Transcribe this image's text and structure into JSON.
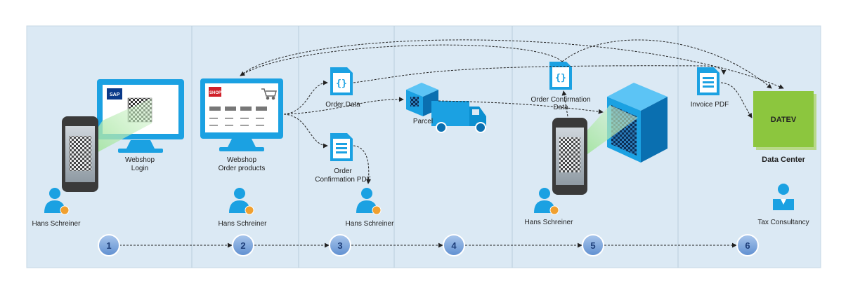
{
  "colors": {
    "background": "#dbe9f4",
    "divider": "#b8cddc",
    "blue": "#1ba1e2",
    "dark_blue": "#0a6fb0",
    "green_panel": "#8cc63e",
    "step_fill": "#7fa8dc",
    "badge_orange": "#f0a030"
  },
  "labels": {
    "webshop_login_1": "Webshop",
    "webshop_login_2": "Login",
    "webshop_order_1": "Webshop",
    "webshop_order_2": "Order products",
    "order_data": "Order Data",
    "order_conf_pdf_1": "Order",
    "order_conf_pdf_2": "Confirmation PDF",
    "parcel": "Parcel",
    "order_conf_data_1": "Order Confirmation",
    "order_conf_data_2": "Data",
    "invoice_pdf": "Invoice PDF",
    "datev": "DATEV",
    "data_center": "Data Center",
    "tax_consultancy": "Tax Consultancy",
    "sap": "SAP",
    "shop": "SHOP"
  },
  "persons": [
    "Hans Schreiner",
    "Hans Schreiner",
    "Hans Schreiner",
    "Hans Schreiner"
  ],
  "steps": [
    "1",
    "2",
    "3",
    "4",
    "5",
    "6"
  ],
  "icons": {
    "json_file": "json-file-icon",
    "doc_file": "document-file-icon",
    "user": "user-icon",
    "cart": "shopping-cart-icon"
  }
}
